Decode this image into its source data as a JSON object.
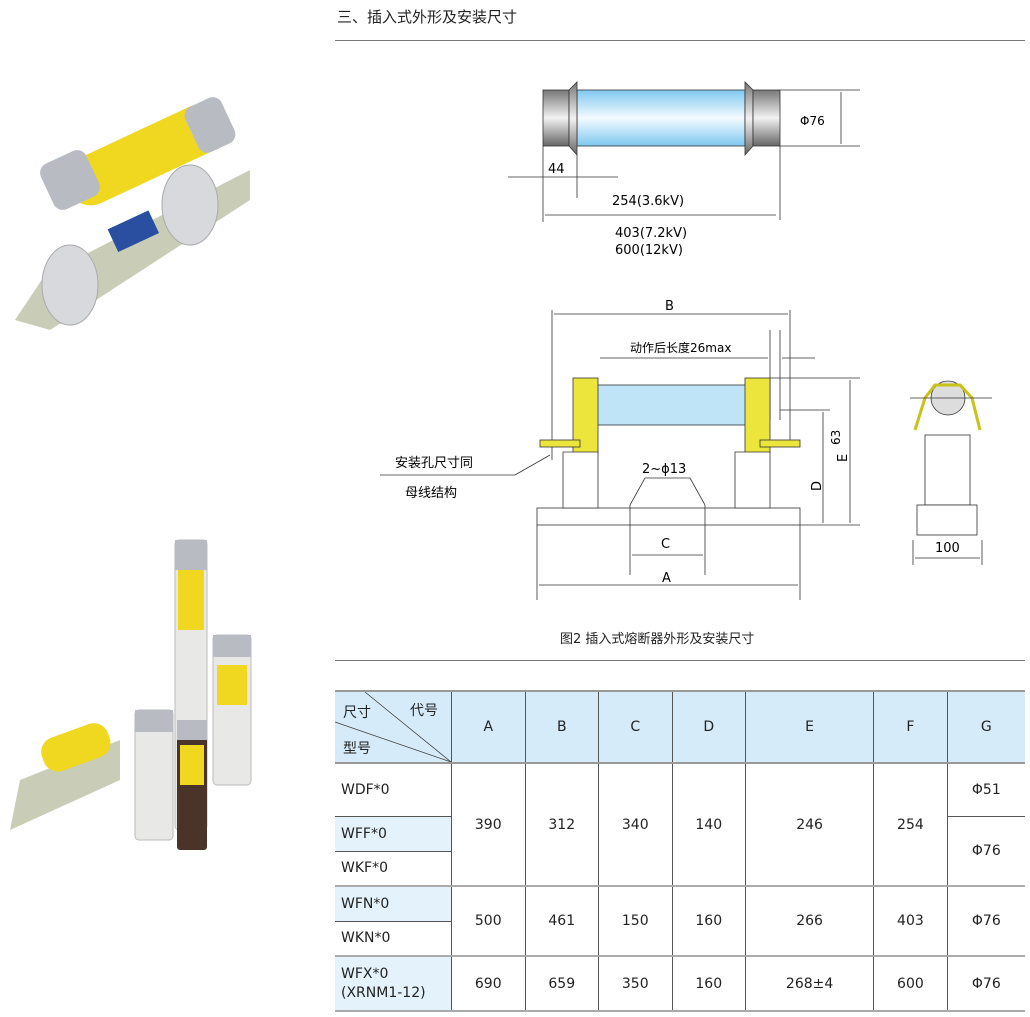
{
  "section_title": "三、插入式外形及安装尺寸",
  "figure1": {
    "dim_44": "44",
    "dim_phi": "Φ76",
    "dim_254": "254(3.6kV)",
    "dim_403": "403(7.2kV)",
    "dim_600": "600(12kV)"
  },
  "figure2": {
    "B": "B",
    "after_length": "动作后长度26max",
    "dim_63": "63",
    "D": "D",
    "E": "E",
    "holes": "2~ϕ13",
    "C": "C",
    "A": "A",
    "note_line1": "安装孔尺寸同",
    "note_line2": "母线结构",
    "width_100": "100"
  },
  "caption": "图2 插入式熔断器外形及安装尺寸",
  "table": {
    "corner_top": "代号",
    "corner_left": "尺寸",
    "corner_bottom": "型号",
    "columns": [
      "A",
      "B",
      "C",
      "D",
      "E",
      "F",
      "G"
    ],
    "models": [
      "WDF*0",
      "WFF*0",
      "WKF*0",
      "WFN*0",
      "WKN*0",
      "WFX*0",
      "(XRNM1-12)"
    ],
    "group1": [
      "390",
      "312",
      "340",
      "140",
      "246",
      "254"
    ],
    "group1_G": [
      "Φ51",
      "Φ76"
    ],
    "group2": [
      "500",
      "461",
      "150",
      "160",
      "266",
      "403",
      "Φ76"
    ],
    "group3": [
      "690",
      "659",
      "350",
      "160",
      "268±4",
      "600",
      "Φ76"
    ]
  }
}
